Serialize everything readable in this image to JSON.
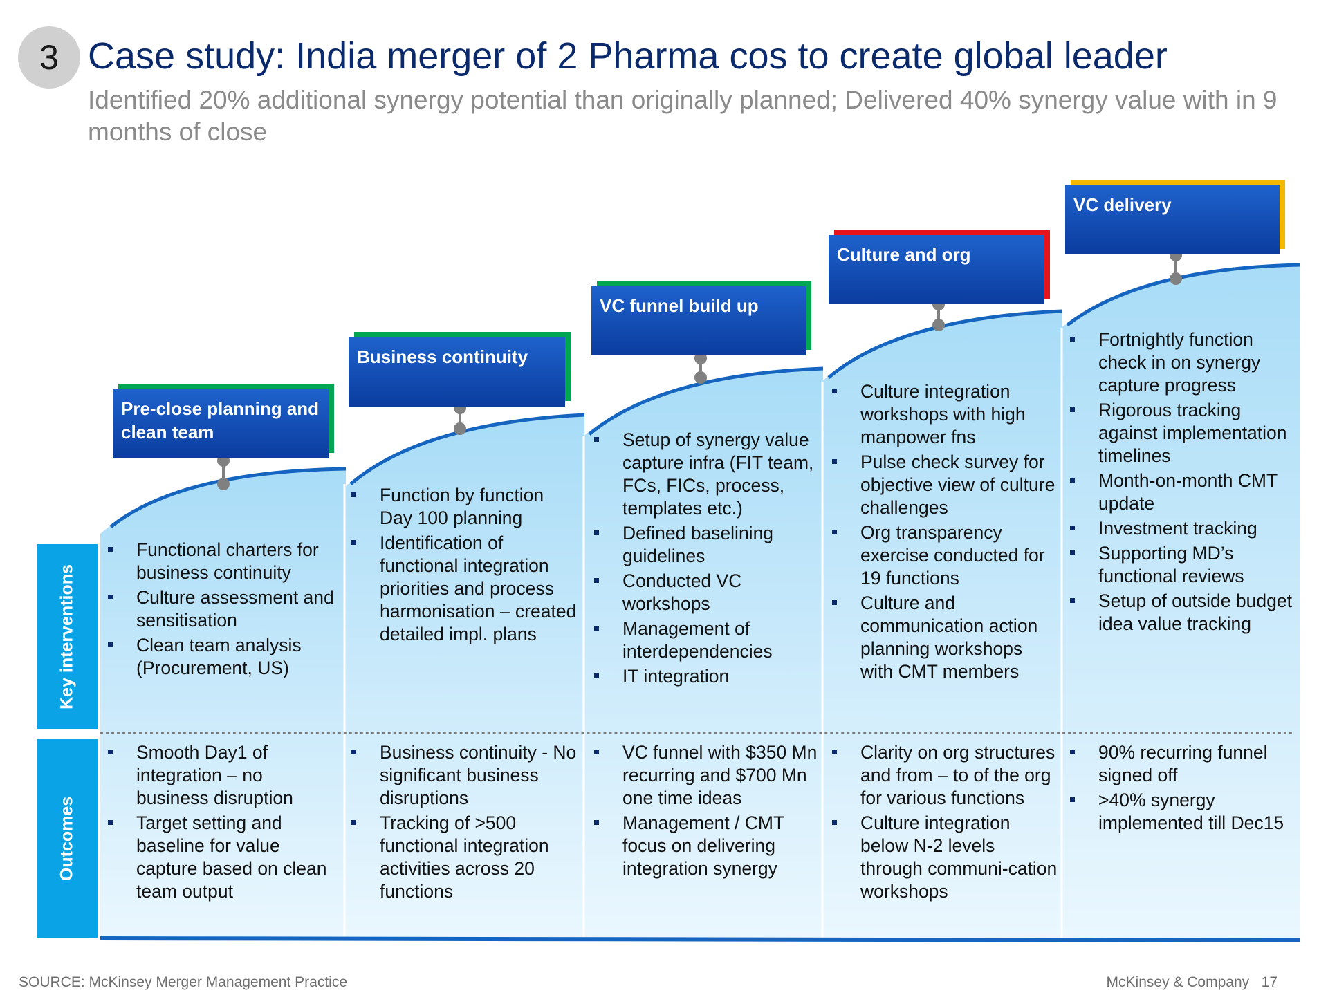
{
  "slide": {
    "number": "3",
    "title": "Case study: India merger of 2 Pharma cos to create global leader",
    "subtitle": "Identified 20% additional synergy potential than originally planned; Delivered 40% synergy value with in 9 months of close"
  },
  "row_labels": {
    "interventions": "Key interventions",
    "outcomes": "Outcomes"
  },
  "phases": [
    {
      "label": "Pre-close planning and clean team",
      "accent_color": "#00a651",
      "interventions": [
        "Functional charters for business continuity",
        "Culture assessment and sensitisation",
        "Clean team analysis (Procurement, US)"
      ],
      "outcomes": [
        "Smooth Day1 of integration – no business disruption",
        "Target setting and baseline for value capture based on clean team output"
      ]
    },
    {
      "label": "Business continuity",
      "accent_color": "#00a651",
      "interventions": [
        "Function by function Day 100 planning",
        "Identification of functional integration priorities and process harmonisation – created detailed impl. plans"
      ],
      "outcomes": [
        "Business continuity - No significant business disruptions",
        "Tracking of >500 functional integration activities across 20 functions"
      ]
    },
    {
      "label": "VC funnel build up",
      "accent_color": "#00a651",
      "interventions": [
        "Setup of synergy value capture infra (FIT team, FCs, FICs, process, templates etc.)",
        "Defined baselining guidelines",
        "Conducted VC workshops",
        "Management of interdependencies",
        "IT integration"
      ],
      "outcomes": [
        "VC funnel with $350 Mn recurring and $700 Mn one time ideas",
        "Management / CMT focus on delivering integration synergy"
      ]
    },
    {
      "label": "Culture and org",
      "accent_color": "#e8141c",
      "interventions": [
        "Culture integration workshops with high manpower fns",
        "Pulse check survey for objective view of culture challenges",
        "Org transparency exercise conducted for 19 functions",
        "Culture and communication action planning workshops with CMT members"
      ],
      "outcomes": [
        "Clarity on org structures and from – to of the org for various functions",
        "Culture integration below N-2 levels through communi-cation workshops"
      ]
    },
    {
      "label": "VC delivery",
      "accent_color": "#f5b800",
      "interventions": [
        "Fortnightly function check in on synergy capture progress",
        "Rigorous tracking against implementation timelines",
        "Month-on-month CMT update",
        "Investment tracking",
        "Supporting MD’s functional reviews",
        "Setup of outside budget idea value tracking"
      ],
      "outcomes": [
        "90% recurring funnel signed off",
        ">40% synergy implemented till Dec15"
      ]
    }
  ],
  "footer": {
    "source": "SOURCE: McKinsey Merger Management Practice",
    "company": "McKinsey & Company",
    "page": "17"
  }
}
